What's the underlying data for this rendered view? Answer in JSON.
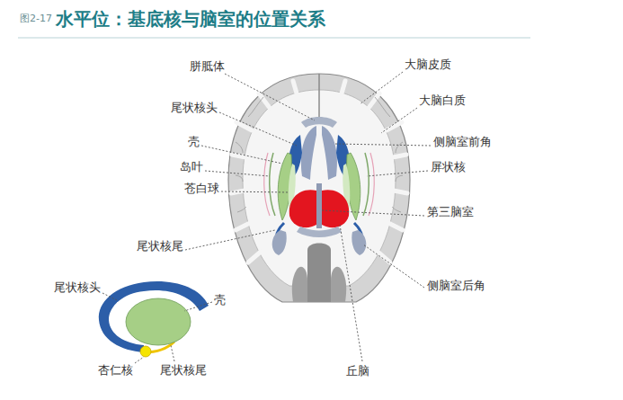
{
  "diagram": {
    "title": "水平位：基底核与脑室的位置关系",
    "labels": [
      "图2-17",
      "胼胝体",
      "尾状核头",
      "壳",
      "岛叶",
      "苍白球",
      "尾状核尾",
      "大脑皮质",
      "大脑白质",
      "侧脑室前角",
      "屏状核",
      "第三脑室",
      "侧脑室后角",
      "丘脑",
      "尾状核头",
      "壳",
      "杏仁核",
      "尾状核尾"
    ]
  }
}
